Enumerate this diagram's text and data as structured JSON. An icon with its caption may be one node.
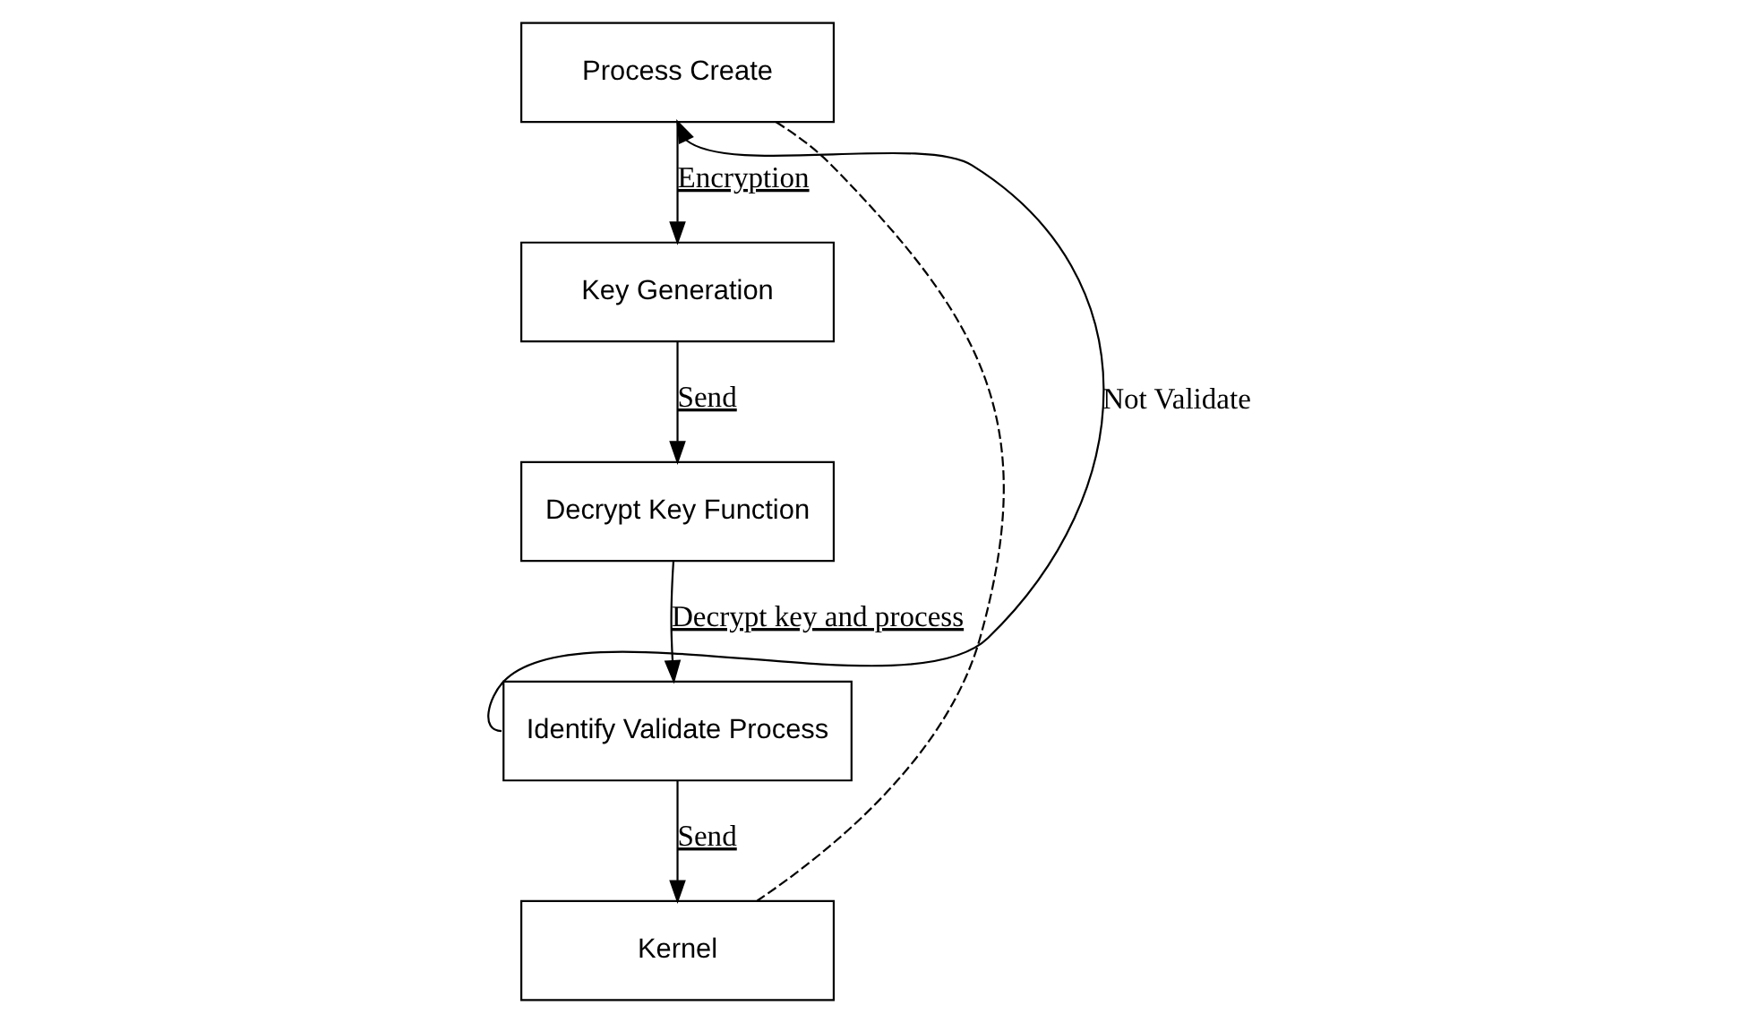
{
  "diagram": {
    "nodes": [
      {
        "text": [
          "Process Create"
        ]
      },
      {
        "text": [
          "Key Generation"
        ]
      },
      {
        "text": [
          "Decrypt Key Function"
        ]
      },
      {
        "text": [
          "Identify Validate Process"
        ]
      },
      {
        "text": [
          "Kernel"
        ]
      }
    ],
    "edges": [
      {
        "from": 0,
        "to": 1,
        "arrow": "to",
        "label": "Encryption"
      },
      {
        "from": 1,
        "to": 2,
        "arrow": "to",
        "label": "Send"
      },
      {
        "from": 2,
        "to": 3,
        "arrow": "to",
        "label": "Decrypt key and process"
      },
      {
        "from": 3,
        "to": 0,
        "arrow": "to",
        "label": "Not Validate"
      },
      {
        "from": 3,
        "to": 4,
        "arrow": "to",
        "label": "Send"
      },
      {
        "from": 0,
        "to": 4,
        "arrow": "none",
        "style": "dashed"
      }
    ]
  }
}
